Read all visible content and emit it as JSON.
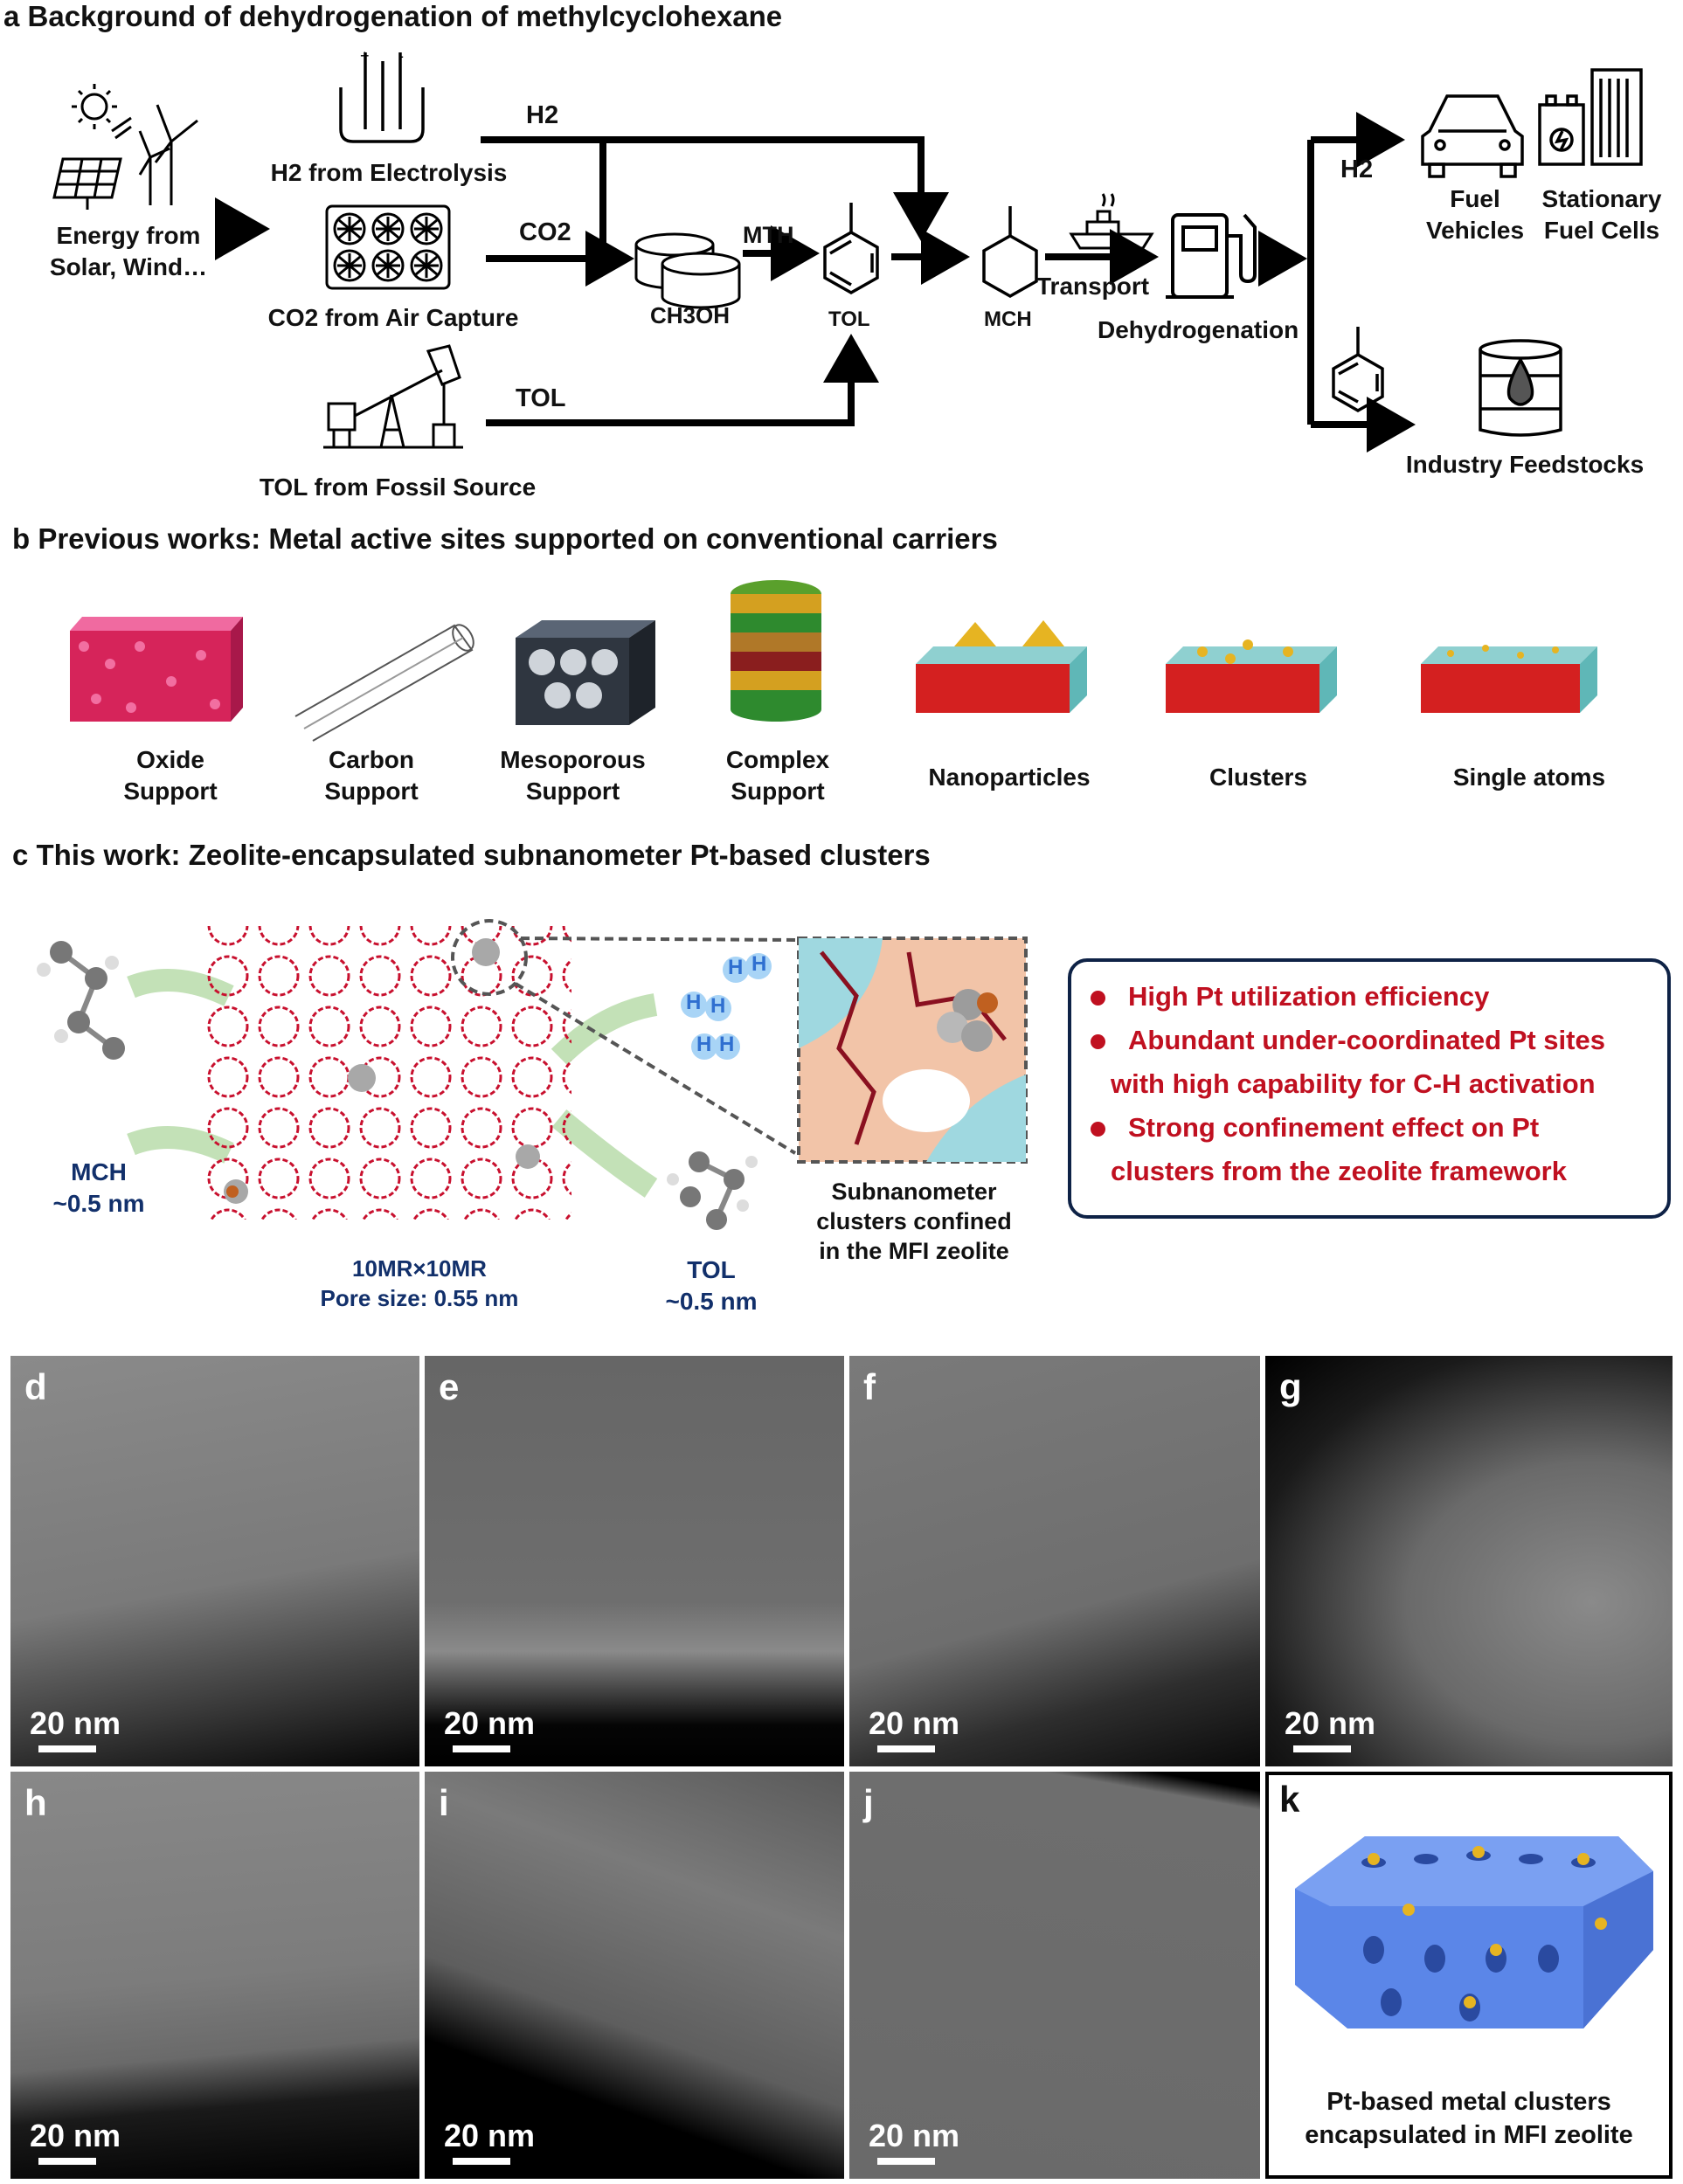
{
  "panel_a": {
    "title": "a Background of dehydrogenation of methylcyclohexane",
    "energy": [
      "Energy from",
      "Solar, Wind…"
    ],
    "h2_electrolysis": "H2 from Electrolysis",
    "co2_air": "CO2 from Air Capture",
    "tol_fossil": "TOL from Fossil Source",
    "flow_h2_top": "H2",
    "flow_co2": "CO2",
    "flow_tol": "TOL",
    "ch3oh": "CH3OH",
    "mth": "MTH",
    "tol_mol": "TOL",
    "mch_mol": "MCH",
    "transport": "Transport",
    "dehydrogenation": "Dehydrogenation",
    "flow_h2_right": "H2",
    "fuel_vehicles": [
      "Fuel",
      "Vehicles"
    ],
    "stationary": [
      "Stationary",
      "Fuel Cells"
    ],
    "industry": "Industry Feedstocks",
    "colors": {
      "arrow": "#000000"
    }
  },
  "panel_b": {
    "title": "b Previous works: Metal active sites supported on conventional carriers",
    "items": [
      {
        "l1": "Oxide",
        "l2": "Support"
      },
      {
        "l1": "Carbon",
        "l2": "Support"
      },
      {
        "l1": "Mesoporous",
        "l2": "Support"
      },
      {
        "l1": "Complex",
        "l2": "Support"
      },
      {
        "l1": "Nanoparticles",
        "l2": ""
      },
      {
        "l1": "Clusters",
        "l2": ""
      },
      {
        "l1": "Single atoms",
        "l2": ""
      }
    ],
    "colors": {
      "oxide": "#e0336e",
      "zeolite_red": "#d42020",
      "zeolite_teal": "#5fb7b7",
      "gold": "#e6b422"
    }
  },
  "panel_c": {
    "title": "c This work: Zeolite-encapsulated subnanometer Pt-based clusters",
    "mch": [
      "MCH",
      "~0.5 nm"
    ],
    "pore": [
      "10MR×10MR",
      "Pore size: 0.55 nm"
    ],
    "tol": [
      "TOL",
      "~0.5 nm"
    ],
    "h_atom": "H",
    "inset_caption": [
      "Subnanometer",
      "clusters confined",
      "in the MFI zeolite"
    ],
    "bullets": [
      "High Pt utilization efficiency",
      "Abundant under-coordinated Pt sites",
      "with high capability for C-H activation",
      "Strong confinement effect on Pt",
      "clusters from the zeolite framework"
    ],
    "colors": {
      "bullet": "#c01020",
      "navy": "#12306b",
      "frame_red": "#c8102e",
      "h_blue": "#2f6fd0"
    }
  },
  "micrographs": {
    "scale_label": "20 nm",
    "letters": [
      "d",
      "e",
      "f",
      "g",
      "h",
      "i",
      "j"
    ],
    "panel_k_letter": "k",
    "panel_k_caption": [
      "Pt-based metal clusters",
      "encapsulated in MFI zeolite"
    ],
    "colors": {
      "zeolite_blue": "#5b86e8"
    }
  }
}
